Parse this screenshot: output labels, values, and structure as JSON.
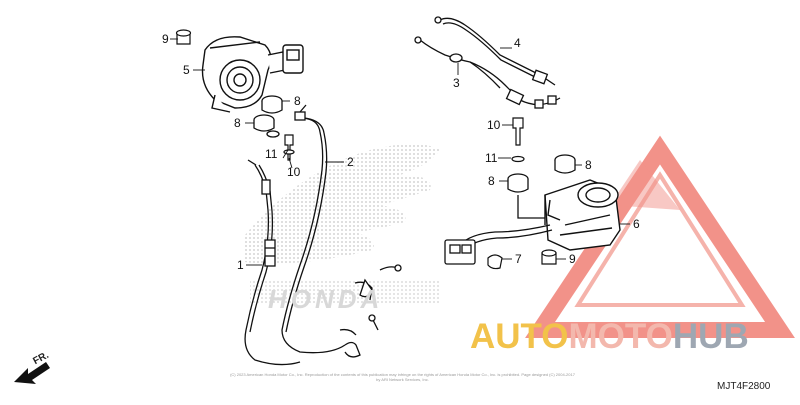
{
  "callouts": {
    "c9a": "9",
    "c5": "5",
    "c8a": "8",
    "c8b": "8",
    "c11a": "11",
    "c10a": "10",
    "c2": "2",
    "c1": "1",
    "c4": "4",
    "c3": "3",
    "c10b": "10",
    "c11b": "11",
    "c8c": "8",
    "c8d": "8",
    "c6": "6",
    "c7": "7",
    "c9b": "9"
  },
  "direction_label": "FR.",
  "diagram_code": "MJT4F2800",
  "watermark": {
    "part1": "AUTO",
    "part2": "MOTO",
    "part3": "HUB"
  },
  "brand_text": "HONDA",
  "copyright": "(C) 2023 American Honda Motor Co., Inc. Reproduction of the contents of this publication may infringe on the rights of American Honda Motor Co., Inc. is prohibited. Page designed (C) 2004-2017 by ARI Network Services, Inc.",
  "colors": {
    "watermark_yellow": "#f2c24a",
    "watermark_pink": "#f3b8ad",
    "watermark_gray": "#9ea7b2",
    "watermark_triangle": "#ee6e62"
  }
}
